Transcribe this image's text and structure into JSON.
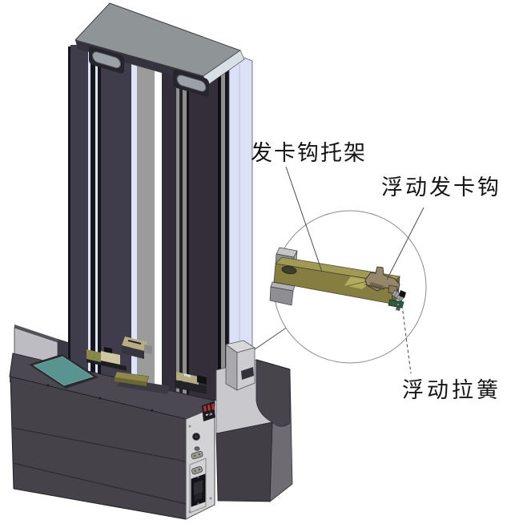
{
  "figure": {
    "callouts": {
      "bracket": "发卡钩托架",
      "hook": "浮动发卡钩",
      "spring": "浮动拉簧"
    },
    "palette": {
      "background": "#ffffff",
      "bracket_olive": "#a19a54",
      "bracket_olive_front": "#857e40",
      "hook_tan": "#96866a",
      "spring_plate_green": "#2e5a44",
      "screen_teal": "#5a9490",
      "tower_dark": "#3f3c4c",
      "tower_charcoal": "#332e37",
      "tower_side_lavender": "#dce1f8",
      "cabinet_dark": "#454249",
      "end_panel_light": "#d3d3d6",
      "cap_gray": "#8f9597",
      "pedestal_light": "#c9c9cd",
      "red_connector": "#b23330",
      "leader_line": "#4a4a4a"
    }
  }
}
